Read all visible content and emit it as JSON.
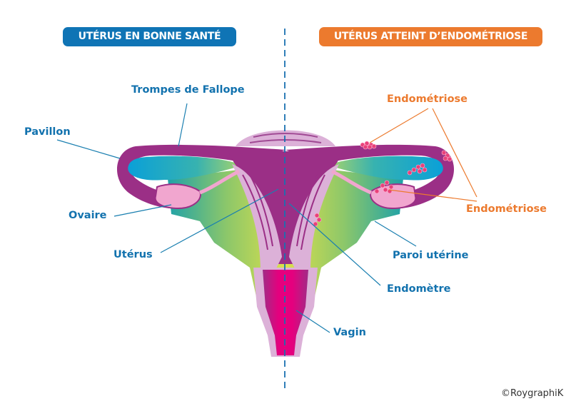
{
  "headers": {
    "healthy": "UTÉRUS EN BONNE SANTÉ",
    "endometriosis": "UTÉRUS ATTEINT D’ENDOMÉTRIOSE"
  },
  "labels": {
    "fallopian_tubes": "Trompes de Fallope",
    "infundibulum": "Pavillon",
    "ovary": "Ovaire",
    "uterus": "Utérus",
    "endometriosis_top": "Endométriose",
    "endometriosis_right": "Endométriose",
    "uterine_wall": "Paroi utérine",
    "endometrium": "Endomètre",
    "vagina": "Vagin"
  },
  "credit": "©RoygraphiK",
  "colors": {
    "blue": "#0f74b5",
    "orange": "#ec7a2e",
    "purple": "#9b2f86",
    "lilac": "#d9aed6",
    "magenta": "#e5007e"
  }
}
